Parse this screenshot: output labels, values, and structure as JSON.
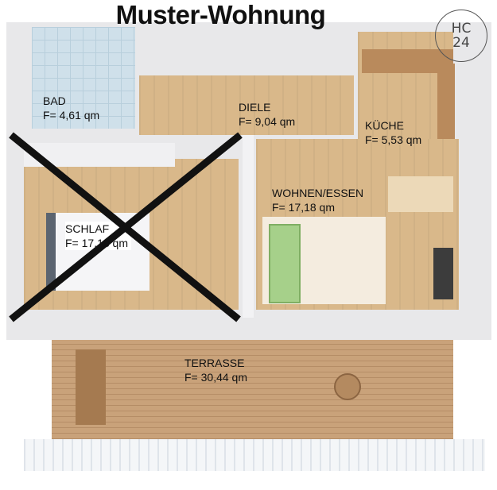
{
  "title": "Muster-Wohnung",
  "logo": {
    "line1": "HC",
    "line2": "24"
  },
  "rooms": [
    {
      "name": "BAD",
      "area": "F= 4,61 qm"
    },
    {
      "name": "DIELE",
      "area": "F= 9,04 qm"
    },
    {
      "name": "KÜCHE",
      "area": "F= 5,53 qm"
    },
    {
      "name": "WOHNEN/ESSEN",
      "area": "F= 17,18 qm"
    },
    {
      "name": "SCHLAF",
      "area": "F= 17,18 qm"
    },
    {
      "name": "TERRASSE",
      "area": "F= 30,44 qm"
    }
  ],
  "colors": {
    "wall": "#e8e8ea",
    "floor": "#d9b88a",
    "deck": "#c9a27a",
    "cross": "#111111"
  }
}
